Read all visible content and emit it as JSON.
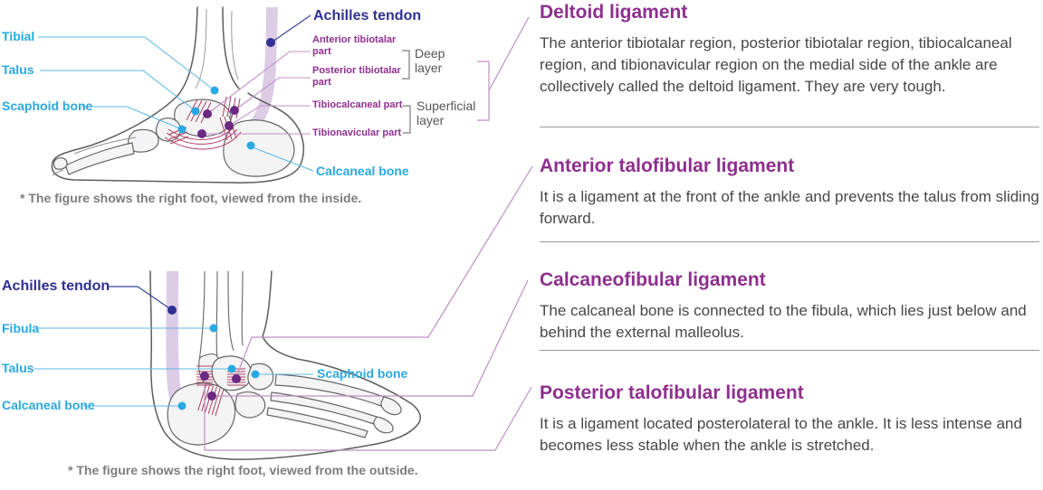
{
  "diagram_top": {
    "labels": {
      "tibial": "Tibial",
      "talus": "Talus",
      "scaphoid": "Scaphoid bone",
      "achilles": "Achilles tendon",
      "anterior_tibiotalar": "Anterior tibiotalar part",
      "posterior_tibiotalar": "Posterior tibiotalar part",
      "tibiocalcaneal": "Tibiocalcaneal part",
      "tibionavicular": "Tibionavicular part",
      "deep_layer": "Deep layer",
      "superficial_layer": "Superficial layer",
      "calcaneal": "Calcaneal bone"
    },
    "caption": "* The figure shows the right foot, viewed from the inside."
  },
  "diagram_bottom": {
    "labels": {
      "achilles": "Achilles tendon",
      "fibula": "Fibula",
      "talus": "Talus",
      "calcaneal": "Calcaneal bone",
      "scaphoid": "Scaphoid bone"
    },
    "caption": "* The figure shows the right foot, viewed from the outside."
  },
  "sections": [
    {
      "title": "Deltoid ligament",
      "body": "The anterior tibiotalar region, posterior tibiotalar region, tibiocalcaneal region, and tibionavicular region on the medial side of the ankle are collectively called the deltoid ligament. They are very tough."
    },
    {
      "title": "Anterior talofibular ligament",
      "body": "It is a ligament at the front of the ankle and prevents the talus from sliding forward."
    },
    {
      "title": "Calcaneofibular ligament",
      "body": "The calcaneal bone is connected to the fibula, which lies just below and behind the external malleolus."
    },
    {
      "title": "Posterior talofibular ligament",
      "body": "It is a ligament located posterolateral to the ankle. It is less intense and becomes less stable when the ankle is stretched."
    }
  ],
  "colors": {
    "label_blue": "#29a9e1",
    "label_navy": "#2e3192",
    "heading_purple": "#8e2f8e",
    "connector_purple": "#bd8fc2",
    "ligament_red": "#ae3f62",
    "tendon_lavender": "#d9c7e3",
    "bone_gray": "#64666a",
    "body_text": "#474747",
    "caption_gray": "#7d7d7d"
  }
}
